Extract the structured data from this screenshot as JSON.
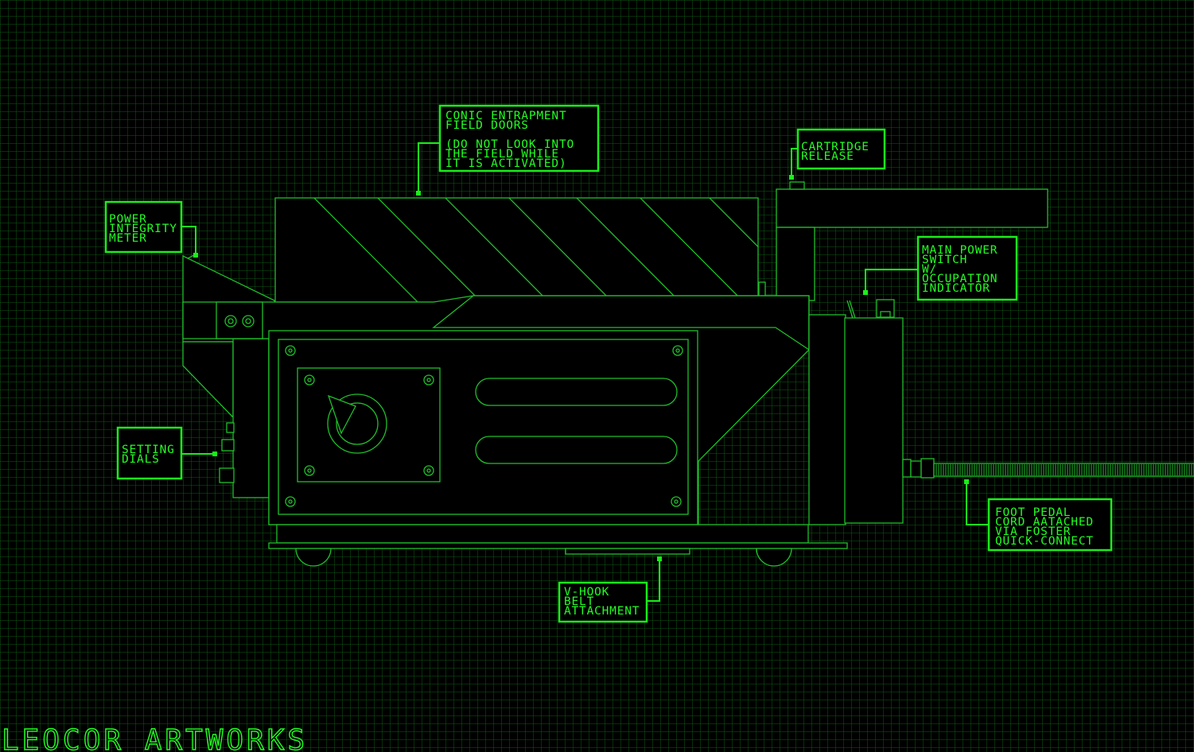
{
  "colors": {
    "background": "#000000",
    "grid": "#0e5a14",
    "line": "#1fbf2a",
    "label": "#22ff22",
    "callout": "#1aee1a"
  },
  "labels": {
    "field_doors_1": "CONIC ENTRAPMENT",
    "field_doors_2": "FIELD DOORS",
    "field_doors_3": "(DO NOT LOOK INTO",
    "field_doors_4": "THE FIELD WHILE",
    "field_doors_5": "IT IS ACTIVATED)",
    "cartridge_1": "CARTRIDGE",
    "cartridge_2": "RELEASE",
    "meter_1": "POWER",
    "meter_2": "INTEGRITY",
    "meter_3": "METER",
    "switch_1": "MAIN POWER",
    "switch_2": "SWITCH",
    "switch_3": "W/",
    "switch_4": "OCCUPATION",
    "switch_5": "INDICATOR",
    "dials_1": "SETTING",
    "dials_2": "DIALS",
    "pedal_1": "FOOT PEDAL",
    "pedal_2": "CORD AATACHED",
    "pedal_3": "VIA FOSTER",
    "pedal_4": "QUICK-CONNECT",
    "belt_1": "V-HOOK",
    "belt_2": "BELT",
    "belt_3": "ATTACHMENT"
  },
  "watermark": "LEOCOR ARTWORKS"
}
